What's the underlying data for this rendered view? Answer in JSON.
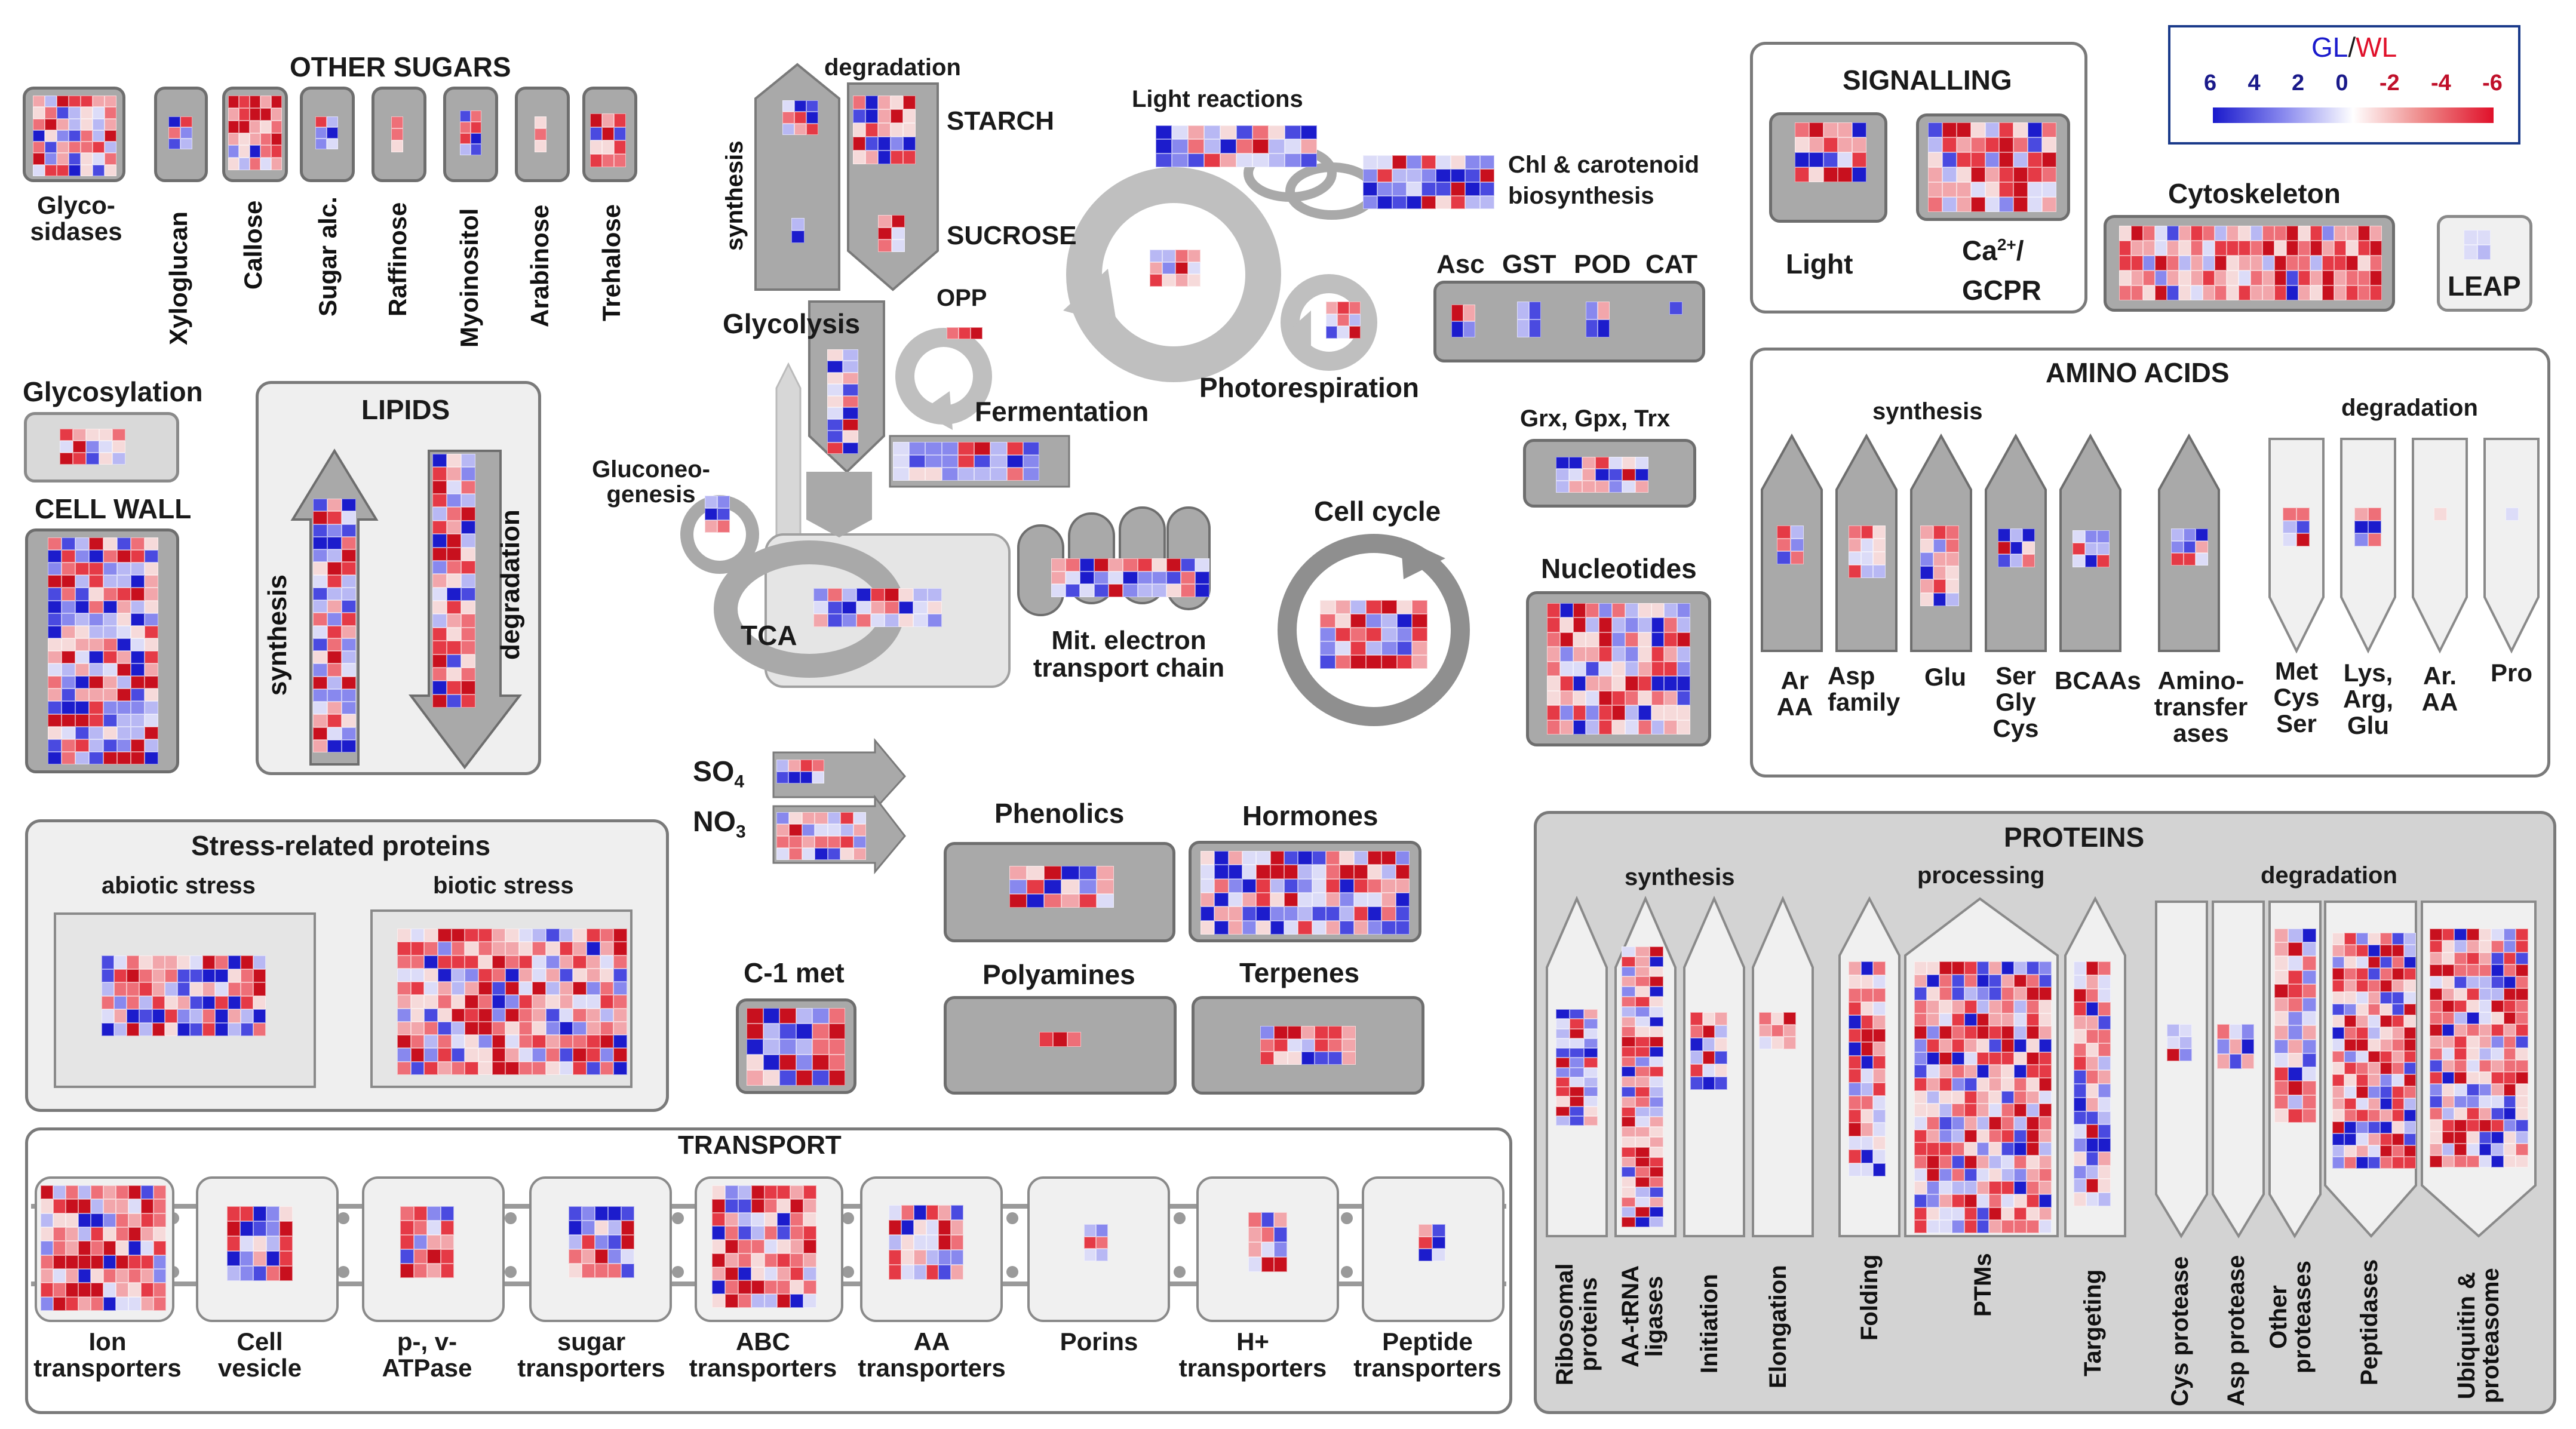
{
  "legend": {
    "title_a": "GL",
    "title_sep": "/",
    "title_b": "WL",
    "ticks": [
      "6",
      "4",
      "2",
      "0",
      "-2",
      "-4",
      "-6"
    ],
    "colors": {
      "blue": "#1a1acc",
      "white": "#ffffff",
      "red": "#e0102a",
      "title_a": "#1a1acc",
      "title_b": "#e0102a"
    }
  },
  "labels": {
    "other_sugars": "OTHER SUGARS",
    "glycosidases": "Glyco-\nsidases",
    "xyloglucan": "Xyloglucan",
    "callose": "Callose",
    "sugar_alc": "Sugar alc.",
    "raffinose": "Raffinose",
    "myoinositol": "Myoinositol",
    "arabinose": "Arabinose",
    "trehalose": "Trehalose",
    "glycosylation": "Glycosylation",
    "cell_wall": "CELL WALL",
    "lipids": "LIPIDS",
    "lipid_synthesis": "synthesis",
    "lipid_degradation": "degradation",
    "starch_degradation": "degradation",
    "starch_synthesis": "synthesis",
    "starch": "STARCH",
    "sucrose": "SUCROSE",
    "light_reactions": "Light reactions",
    "chl": "Chl & carotenoid\nbiosynthesis",
    "opp": "OPP",
    "glycolysis": "Glycolysis",
    "fermentation": "Fermentation",
    "photorespiration": "Photorespiration",
    "gluconeogenesis": "Gluconeo-\ngenesis",
    "tca": "TCA",
    "mit": "Mit. electron\ntransport chain",
    "cell_cycle": "Cell cycle",
    "asc": "Asc",
    "gst": "GST",
    "pod": "POD",
    "cat": "CAT",
    "grx": "Grx, Gpx, Trx",
    "nucleotides": "Nucleotides",
    "signalling": "SIGNALLING",
    "light": "Light",
    "ca": "Ca",
    "ca_sup": "2+",
    "ca_rest": "/",
    "gcpr": "GCPR",
    "cytoskeleton": "Cytoskeleton",
    "leap": "LEAP",
    "amino_acids": "AMINO ACIDS",
    "aa_synthesis": "synthesis",
    "aa_degradation": "degradation",
    "ar_aa": "Ar\nAA",
    "asp_family": "Asp\nfamily",
    "glu": "Glu",
    "ser_gly_cys": "Ser\nGly\nCys",
    "bcaas": "BCAAs",
    "aminotransferases": "Amino-\ntransfer\nases",
    "met_cys_ser": "Met\nCys\nSer",
    "lys_arg_glu": "Lys,\nArg,\nGlu",
    "ar_aa_deg": "Ar.\nAA",
    "pro": "Pro",
    "so4": "SO",
    "so4_sub": "4",
    "no3": "NO",
    "no3_sub": "3",
    "phenolics": "Phenolics",
    "hormones": "Hormones",
    "c1met": "C-1 met",
    "polyamines": "Polyamines",
    "terpenes": "Terpenes",
    "stress": "Stress-related proteins",
    "abiotic": "abiotic stress",
    "biotic": "biotic stress",
    "transport": "TRANSPORT",
    "ion": "Ion\ntransporters",
    "cell_vesicle": "Cell\nvesicle",
    "atpase": "p-, v-\nATPase",
    "sugar_tr": "sugar\ntransporters",
    "abc": "ABC\ntransporters",
    "aa_tr": "AA\ntransporters",
    "porins": "Porins",
    "hplus": "H+\ntransporters",
    "peptide": "Peptide\ntransporters",
    "proteins": "PROTEINS",
    "p_synthesis": "synthesis",
    "p_processing": "processing",
    "p_degradation": "degradation",
    "ribosomal": "Ribosomal\nproteins",
    "aatrna": "AA-tRNA\nligases",
    "initiation": "Initiation",
    "elongation": "Elongation",
    "folding": "Folding",
    "ptms": "PTMs",
    "targeting": "Targeting",
    "cys_protease": "Cys protease",
    "asp_protease": "Asp protease",
    "other_proteases": "Other\nproteases",
    "peptidases": "Peptidases",
    "ubiquitin": "Ubiquitin &\nproteasome"
  }
}
